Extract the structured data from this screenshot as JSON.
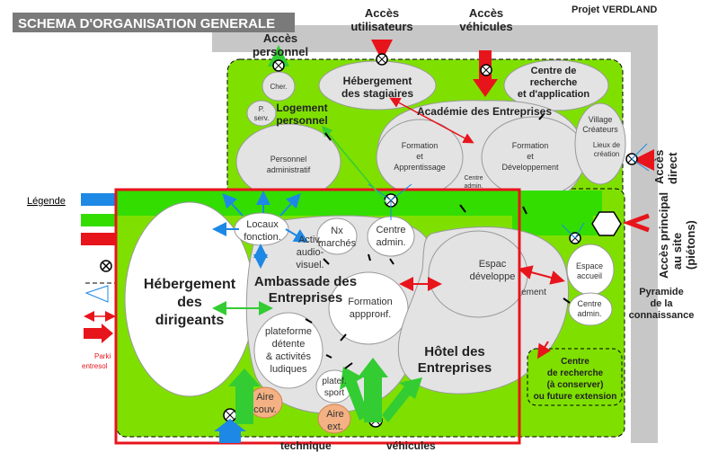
{
  "header": {
    "title": "SCHEMA D'ORGANISATION GENERALE",
    "project": "Projet VERDLAND"
  },
  "colors": {
    "green": "#7fe000",
    "bubble": "#e3e3e3",
    "red": "#e8141c",
    "blue": "#1e88e5",
    "orange": "#f4b183",
    "road": "#c7c7c7",
    "title_bg": "#7a7a7a"
  },
  "legend": {
    "title": "Légende",
    "parking": [
      "Parki",
      "entresol"
    ]
  },
  "accesses": {
    "personnel": [
      "Accès",
      "personnel"
    ],
    "users": [
      "Accès",
      "utilisateurs"
    ],
    "vehicles_top": [
      "Accès",
      "véhicules"
    ],
    "direct": [
      "Accès",
      "direct"
    ],
    "main": [
      "Accès principal",
      "au site",
      "(piétons)"
    ],
    "technique": "technique",
    "vehicles_bottom": "véhicules"
  },
  "zones": {
    "cher": "Cher.",
    "pserv": [
      "P.",
      "serv."
    ],
    "logement": [
      "Logement",
      "personnel"
    ],
    "personnel_admin": [
      "Personnel",
      "administratif"
    ],
    "hebergement_stagiaires": [
      "Hébergement",
      "des stagiaires"
    ],
    "centre_recherche_app": [
      "Centre de",
      "recherche",
      "et d'application"
    ],
    "academie": "Académie des Entreprises",
    "formation_app": [
      "Formation",
      "et",
      "Apprentissage"
    ],
    "formation_dev": [
      "Formation",
      "et",
      "Développement"
    ],
    "village": [
      "Village",
      "Créateurs"
    ],
    "lieux_creation": [
      "Lieux de",
      "création"
    ],
    "centre_small": [
      "Centre",
      "admin."
    ],
    "locaux": [
      "Locaux",
      "fonction."
    ],
    "nx_marches": [
      "Nx",
      "marchés"
    ],
    "centre_admin": [
      "Centre",
      "admin."
    ],
    "activ": [
      "Activ.",
      "audio-",
      "visuel."
    ],
    "heberg_dirigeants": [
      "Hébergement",
      "des",
      "dirigeants"
    ],
    "ambassade": [
      "Ambassade des",
      "Entreprises"
    ],
    "formation_approf": [
      "Formation",
      "appproнf."
    ],
    "plateforme": [
      "plateforme",
      "détente",
      "& activités",
      "ludiques"
    ],
    "espace_dev": [
      "Espac",
      "développe"
    ],
    "espace_accueil": [
      "Espace",
      "accueil"
    ],
    "centre_admin2": [
      "Centre",
      "admin."
    ],
    "ement": "ement",
    "hotel": [
      "Hôtel des",
      "Entreprises"
    ],
    "pyramide": [
      "Pyramide",
      "de la",
      "connaissance"
    ],
    "aire_couv": [
      "Aire",
      "couv."
    ],
    "platef_sport": [
      "platef.",
      "sport"
    ],
    "aire_ext": [
      "Aire",
      "ext."
    ],
    "centre_recherche_conserver": [
      "Centre",
      "de recherche",
      "(à conserver)",
      "ou future extension"
    ]
  }
}
